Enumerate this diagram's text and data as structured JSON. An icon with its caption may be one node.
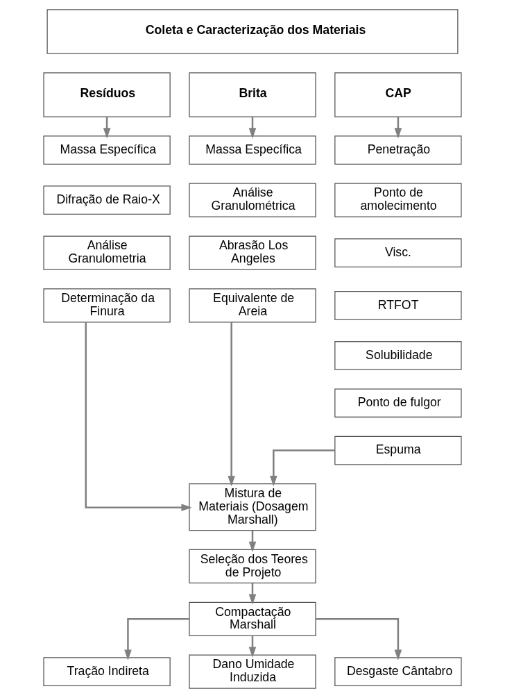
{
  "diagram": {
    "nodes": [
      {
        "text": [
          "Coleta e Caracterização dos Materiais"
        ]
      },
      {
        "text": [
          "Resíduos"
        ]
      },
      {
        "text": [
          "Brita"
        ]
      },
      {
        "text": [
          "CAP"
        ]
      },
      {
        "text": [
          "Massa Específica"
        ]
      },
      {
        "text": [
          "Difração de Raio-X"
        ]
      },
      {
        "text": [
          "Análise Granulometria"
        ]
      },
      {
        "text": [
          "Determinação da Finura"
        ]
      },
      {
        "text": [
          "Massa Específica"
        ]
      },
      {
        "text": [
          "Análise Granulométrica"
        ]
      },
      {
        "text": [
          "Abrasão Los Angeles"
        ]
      },
      {
        "text": [
          "Equivalente de Areia"
        ]
      },
      {
        "text": [
          "Penetração"
        ]
      },
      {
        "text": [
          "Ponto de amolecimento"
        ]
      },
      {
        "text": [
          "Visc."
        ]
      },
      {
        "text": [
          "RTFOT"
        ]
      },
      {
        "text": [
          "Solubilidade"
        ]
      },
      {
        "text": [
          "Ponto de fulgor"
        ]
      },
      {
        "text": [
          "Espuma"
        ]
      },
      {
        "text": [
          "Mistura de Materiais (Dosagem Marshall)"
        ]
      },
      {
        "text": [
          "Seleção dos Teores de Projeto"
        ]
      },
      {
        "text": [
          "Compactação Marshall"
        ]
      },
      {
        "text": [
          "Tração Indireta"
        ]
      },
      {
        "text": [
          "Dano Umidade Induzida"
        ]
      },
      {
        "text": [
          "Desgaste Cântabro"
        ]
      }
    ],
    "edges": [
      {
        "from": 1,
        "to": 4,
        "arrow": "to"
      },
      {
        "from": 2,
        "to": 8,
        "arrow": "to"
      },
      {
        "from": 3,
        "to": 12,
        "arrow": "to"
      },
      {
        "from": 7,
        "to": 19,
        "arrow": "to"
      },
      {
        "from": 11,
        "to": 19,
        "arrow": "to"
      },
      {
        "from": 18,
        "to": 19,
        "arrow": "to"
      },
      {
        "from": 19,
        "to": 20,
        "arrow": "to"
      },
      {
        "from": 20,
        "to": 21,
        "arrow": "to"
      },
      {
        "from": 21,
        "to": 22,
        "arrow": "to"
      },
      {
        "from": 21,
        "to": 23,
        "arrow": "to"
      },
      {
        "from": 21,
        "to": 24,
        "arrow": "to"
      }
    ]
  }
}
